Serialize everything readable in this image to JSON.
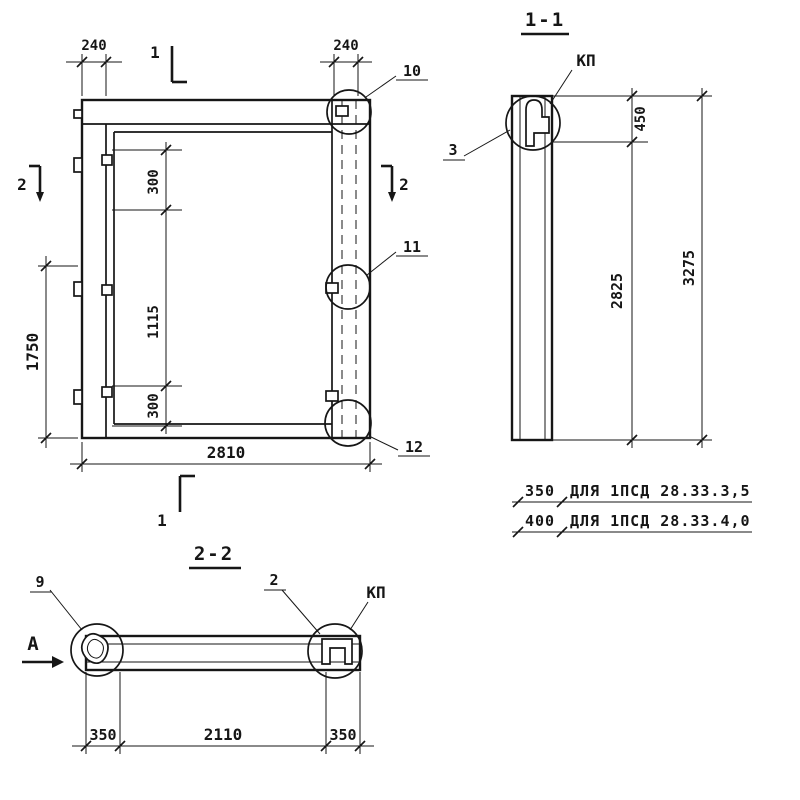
{
  "front_view": {
    "dim_240_left": "240",
    "dim_240_right": "240",
    "dim_1750": "1750",
    "dim_300_top": "300",
    "dim_1115": "1115",
    "dim_300_bottom": "300",
    "dim_2810": "2810",
    "mark_1_top": "1",
    "mark_1_bottom": "1",
    "mark_2_left": "2",
    "mark_2_right": "2",
    "detail_10": "10",
    "detail_11": "11",
    "detail_12": "12"
  },
  "section_1_1": {
    "title": "1-1",
    "label_kp": "КП",
    "label_3": "3",
    "dim_450": "450",
    "dim_2825": "2825",
    "dim_3275": "3275"
  },
  "notes": [
    {
      "dim": "350",
      "text": "ДЛЯ 1ПСД 28.33.3,5"
    },
    {
      "dim": "400",
      "text": "ДЛЯ 1ПСД 28.33.4,0"
    }
  ],
  "section_2_2": {
    "title": "2-2",
    "label_9": "9",
    "label_2": "2",
    "label_kp": "КП",
    "label_a": "А",
    "dim_350_left": "350",
    "dim_2110": "2110",
    "dim_350_right": "350"
  }
}
